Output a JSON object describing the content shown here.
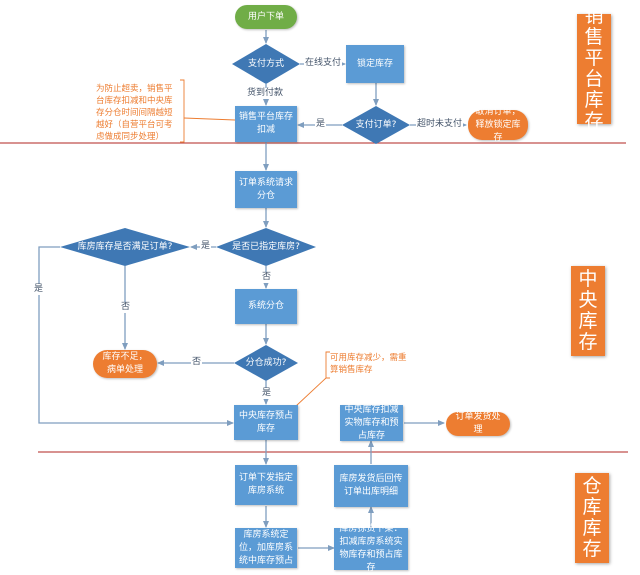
{
  "colors": {
    "process": "#5b9bd5",
    "decision": "#3f78b4",
    "start": "#70ad47",
    "terminal": "#ed7d31",
    "arrow": "#7f9ebf",
    "separator": "#c0504d",
    "note": "#ed7d31"
  },
  "sections": [
    {
      "label": "销售平台库存",
      "chars": [
        "销",
        "售",
        "平",
        "台",
        "库",
        "存"
      ]
    },
    {
      "label": "中央库存",
      "chars": [
        "中",
        "央",
        "库",
        "存"
      ]
    },
    {
      "label": "仓库库存",
      "chars": [
        "仓",
        "库",
        "库",
        "存"
      ]
    }
  ],
  "nodes": {
    "start": "用户下单",
    "pay_method": "支付方式",
    "lock_stock": "锁定库存",
    "pay_order": "支付订单?",
    "cancel_order": "取消订单，释放锁定库存",
    "deduct_sales_stock": "销售平台库存扣减",
    "request_allocation": "订单系统请求分仓",
    "warehouse_specified": "是否已指定库房?",
    "warehouse_enough": "库房库存是否满足订单?",
    "system_allocate": "系统分仓",
    "allocate_success": "分仓成功?",
    "insufficient": "库存不足，病单处理",
    "central_reserve": "中央库存预占库存",
    "central_deduct": "中央库存扣减实物库存和预占库存",
    "ship_order": "订单发货处理",
    "dispatch_to_wms": "订单下发指定库房系统",
    "wms_locate": "库房系统定位，加库房系统中库存预占",
    "wms_pick": "库房拣货下架：扣减库房系统实物库存和预占库存",
    "wms_return": "库房发货后回传订单出库明细"
  },
  "edge_labels": {
    "online_pay": "在线支付",
    "cod": "货到付款",
    "yes_paid": "是",
    "timeout": "超时未支付",
    "yes_specified": "是",
    "no_specified": "否",
    "yes_enough": "是",
    "no_enough": "否",
    "no_alloc": "否",
    "yes_alloc": "是"
  },
  "notes": {
    "oversell": "为防止超卖，销售平台库存扣减和中央库存分仓时间间隔越短越好（自营平台可考虑做成同步处理）",
    "recalc": "可用库存减少，需重算销售库存"
  }
}
